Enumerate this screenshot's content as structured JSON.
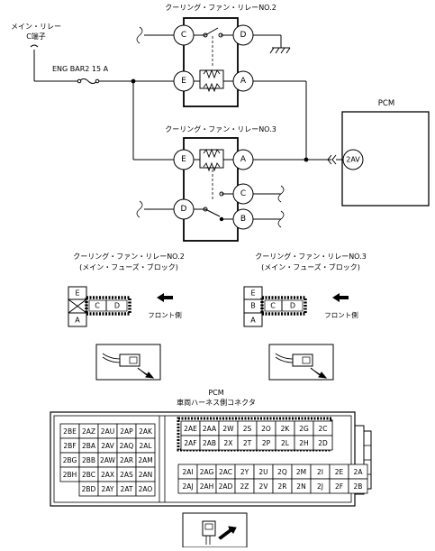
{
  "relay2": {
    "title": "クーリング・ファン・リレーNO.2",
    "terminals": [
      "C",
      "D",
      "E",
      "A"
    ]
  },
  "relay3": {
    "title": "クーリング・ファン・リレーNO.3",
    "terminals": [
      "E",
      "A",
      "C",
      "D",
      "B"
    ]
  },
  "main_relay_label": [
    "メイン・リレー",
    "C端子"
  ],
  "fuse_label": "ENG BAR2 15 A",
  "pcm": {
    "title": "PCM",
    "terminal": "2AV"
  },
  "connectors": {
    "left": {
      "title": "クーリング・ファン・リレーNO.2",
      "subtitle": "(メイン・フューズ・ブロック)",
      "pins": [
        "E",
        "A",
        "C",
        "D"
      ],
      "front_label": "フロント側"
    },
    "right": {
      "title": "クーリング・ファン・リレーNO.3",
      "subtitle": "(メイン・フューズ・ブロック)",
      "pins": [
        "E",
        "B",
        "A",
        "C",
        "D"
      ],
      "front_label": "フロント側"
    }
  },
  "pcm_connector": {
    "title": "PCM",
    "subtitle": "車両ハーネス側コネクタ",
    "left_rows": [
      [
        "2BE",
        "2AZ",
        "2AU",
        "2AP",
        "2AK"
      ],
      [
        "2BF",
        "2BA",
        "2AV",
        "2AQ",
        "2AL"
      ],
      [
        "2BG",
        "2BB",
        "2AW",
        "2AR",
        "2AM"
      ],
      [
        "2BH",
        "2BC",
        "2AX",
        "2AS",
        "2AN"
      ],
      [
        "",
        "2BD",
        "2AY",
        "2AT",
        "2AO"
      ]
    ],
    "right_rows": [
      [
        "2AE",
        "2AA",
        "2W",
        "2S",
        "2O",
        "2K",
        "2G",
        "2C"
      ],
      [
        "2AF",
        "2AB",
        "2X",
        "2T",
        "2P",
        "2L",
        "2H",
        "2D"
      ],
      [
        "2AI",
        "2AG",
        "2AC",
        "2Y",
        "2U",
        "2Q",
        "2M",
        "2I",
        "2E",
        "2A"
      ],
      [
        "2AJ",
        "2AH",
        "2AD",
        "2Z",
        "2V",
        "2R",
        "2N",
        "2J",
        "2F",
        "2B"
      ]
    ]
  }
}
